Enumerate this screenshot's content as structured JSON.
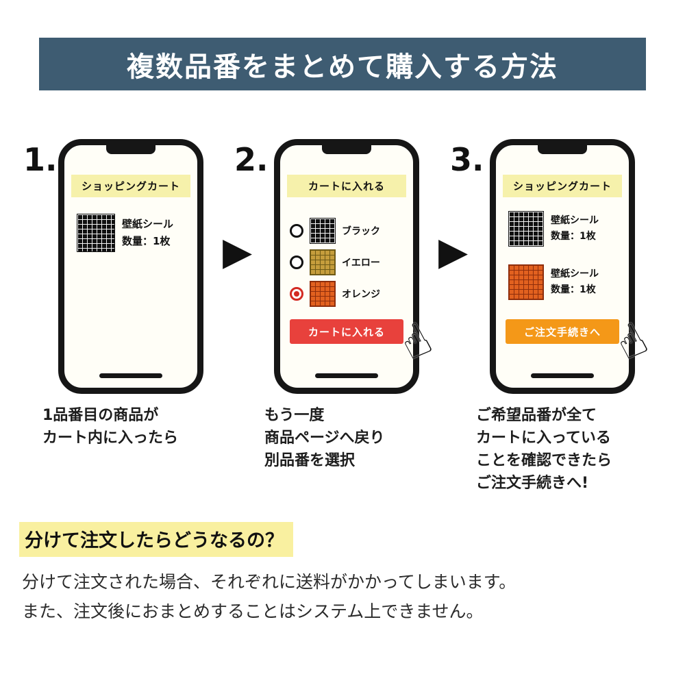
{
  "banner": {
    "title": "複数品番をまとめて購入する方法",
    "bg_color": "#3e5c72"
  },
  "steps": [
    {
      "number": "1.",
      "phone": {
        "header": "ショッピングカート",
        "items": [
          {
            "swatch": "black-tile",
            "name": "壁紙シール",
            "qty": "数量：1枚"
          }
        ]
      },
      "caption_lines": [
        "1品番目の商品が",
        "カート内に入ったら"
      ]
    },
    {
      "number": "2.",
      "phone": {
        "header": "カートに入れる",
        "options": [
          {
            "swatch": "black-tile",
            "label": "ブラック",
            "selected": false
          },
          {
            "swatch": "yellow-tile",
            "label": "イエロー",
            "selected": false
          },
          {
            "swatch": "orange-tile",
            "label": "オレンジ",
            "selected": true
          }
        ],
        "button_label": "カートに入れる",
        "button_color": "#e8413c"
      },
      "caption_lines": [
        "もう一度",
        "商品ページへ戻り",
        "別品番を選択"
      ]
    },
    {
      "number": "3.",
      "phone": {
        "header": "ショッピングカート",
        "items": [
          {
            "swatch": "black-tile",
            "name": "壁紙シール",
            "qty": "数量：1枚"
          },
          {
            "swatch": "orange-tile",
            "name": "壁紙シール",
            "qty": "数量：1枚"
          }
        ],
        "button_label": "ご注文手続きへ",
        "button_color": "#f49818"
      },
      "caption_lines": [
        "ご希望品番が全て",
        "カートに入っている",
        "ことを確認できたら",
        "ご注文手続きへ!"
      ]
    }
  ],
  "footer": {
    "question": "分けて注文したらどうなるの？",
    "highlight_color": "#f9f0a0",
    "body_lines": [
      "分けて注文された場合、それぞれに送料がかかってしまいます。",
      "また、注文後におまとめすることはシステム上できません。"
    ]
  },
  "icons": {
    "cursor_hand": "☝",
    "arrow_right": "▶"
  }
}
